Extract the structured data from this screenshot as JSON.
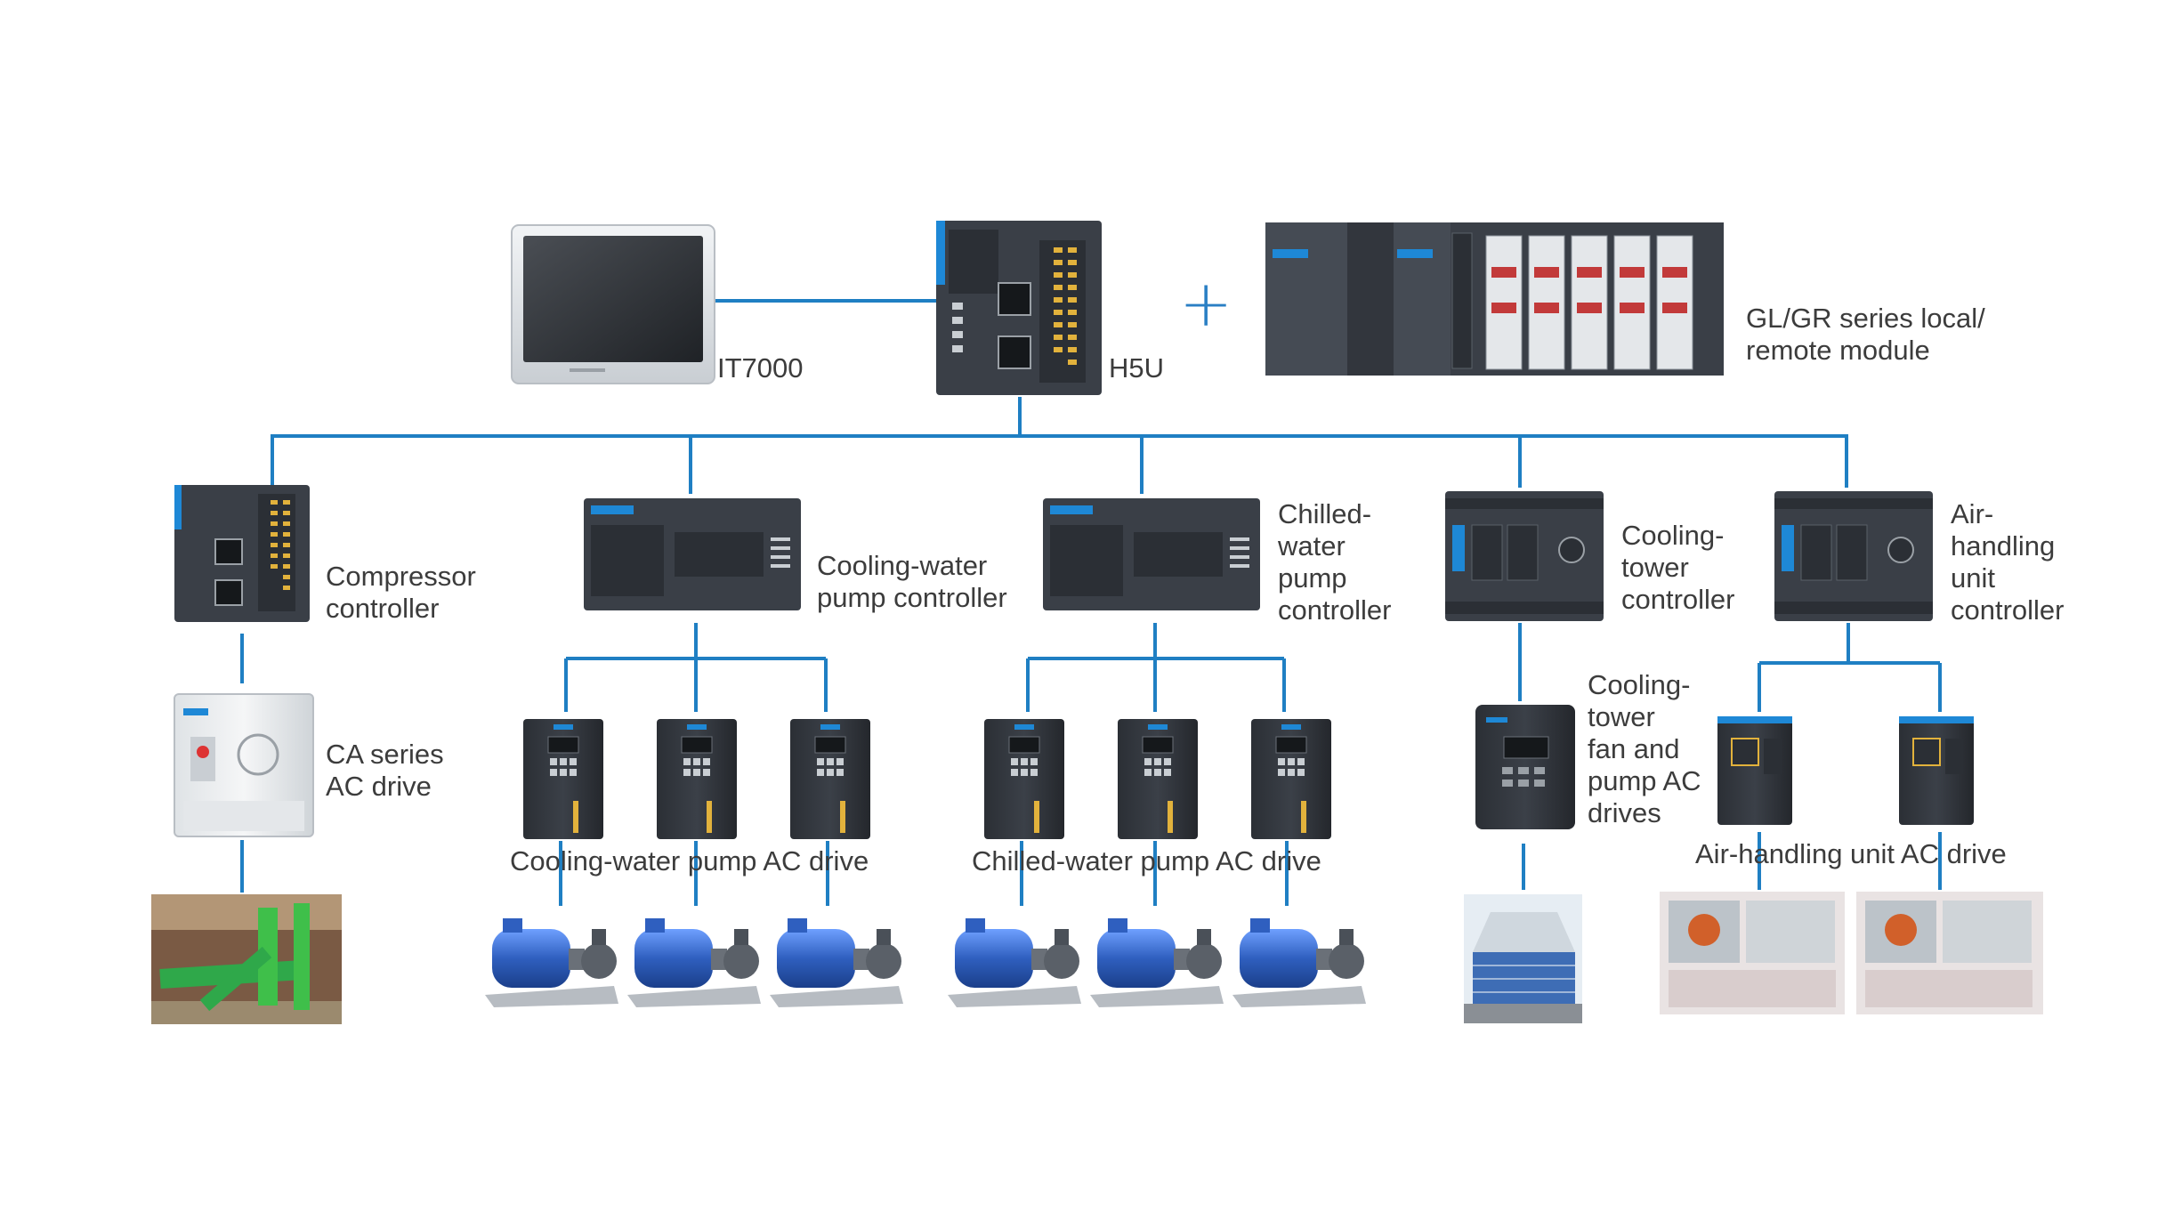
{
  "colors": {
    "connector": "#1f7fc3",
    "device_body": "#3a3f47",
    "device_dark": "#2b2f35",
    "device_light": "#e9ecef",
    "brand_strip": "#1e88d6",
    "label_text": "#3c3c3c",
    "pump_blue": "#2f5fbf",
    "pipe_green": "#3fbf4a"
  },
  "icons": {
    "hmi": "hmi-panel-icon",
    "plc": "plc-controller-icon",
    "remote_module": "io-module-rack-icon",
    "ac_drive": "ac-drive-icon",
    "pump": "motor-pump-icon",
    "chiller": "chiller-photo-icon",
    "cooling_tower": "cooling-tower-photo-icon",
    "ahu": "air-handling-unit-photo-icon"
  },
  "labels": {
    "it7000": "IT7000",
    "h5u": "H5U",
    "plus": "+",
    "gl_gr": "GL/GR series local/\nremote module",
    "compressor": "Compressor\ncontroller",
    "cooling_water_pump_ctrl": "Cooling-water\npump controller",
    "chilled_water_pump_ctrl": "Chilled-\nwater\npump\ncontroller",
    "cooling_tower_ctrl": "Cooling-\ntower\ncontroller",
    "ahu_ctrl": "Air-\nhandling\nunit\ncontroller",
    "ca_drive": "CA series\nAC drive",
    "cooling_water_drive": "Cooling-water pump AC drive",
    "chilled_water_drive": "Chilled-water pump AC drive",
    "cooling_tower_drives": "Cooling-\ntower\nfan and\npump AC\ndrives",
    "ahu_drive": "Air-handling unit AC drive"
  }
}
